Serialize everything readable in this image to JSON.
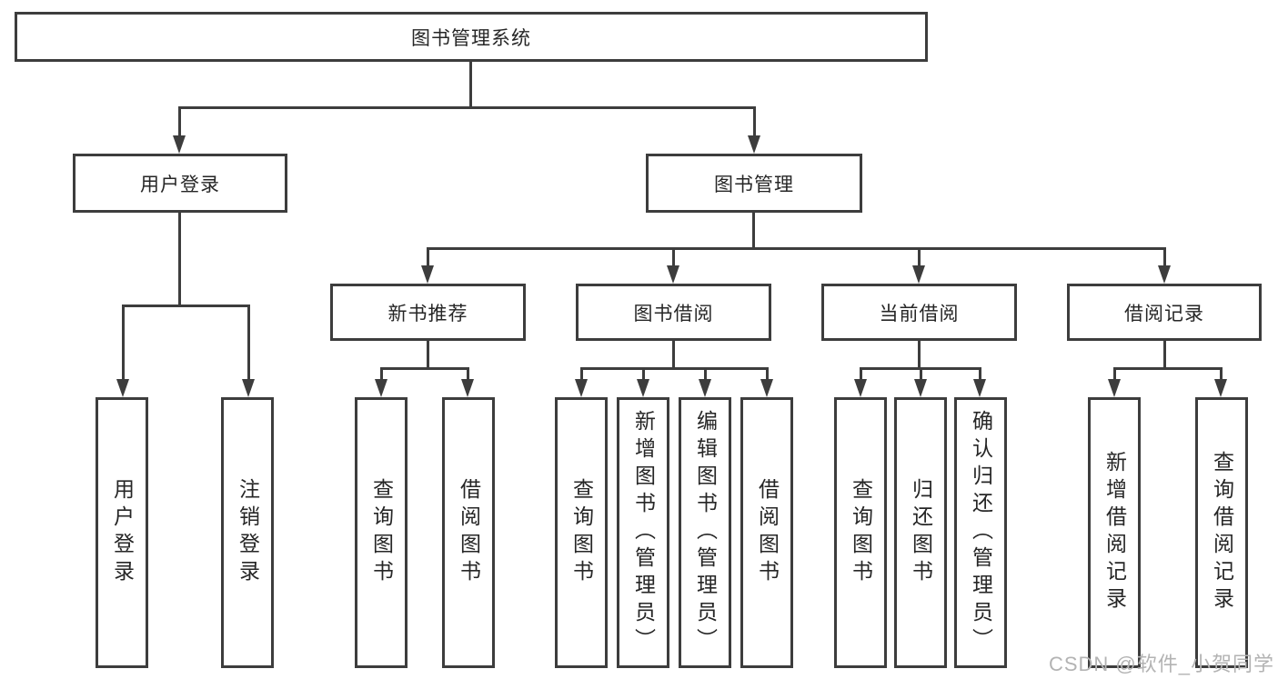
{
  "diagram": {
    "root": {
      "label": "图书管理系统"
    },
    "level2": [
      {
        "label": "用户登录"
      },
      {
        "label": "图书管理"
      }
    ],
    "level3": [
      {
        "label": "新书推荐"
      },
      {
        "label": "图书借阅"
      },
      {
        "label": "当前借阅"
      },
      {
        "label": "借阅记录"
      }
    ],
    "leaves": {
      "user_login": [
        "用户登录",
        "注销登录"
      ],
      "new_books": [
        "查询图书",
        "借阅图书"
      ],
      "book_borrow": [
        "查询图书",
        "新增图书（管理员）",
        "编辑图书（管理员）",
        "借阅图书"
      ],
      "current_borrow": [
        "查询图书",
        "归还图书",
        "确认归还（管理员）"
      ],
      "borrow_records": [
        "新增借阅记录",
        "查询借阅记录"
      ]
    }
  },
  "watermark": {
    "text": "CSDN @软件_小贺同学",
    "color": "#b3b3b3"
  },
  "colors": {
    "line": "#3d3d3d",
    "background": "#ffffff",
    "text": "#262626"
  }
}
